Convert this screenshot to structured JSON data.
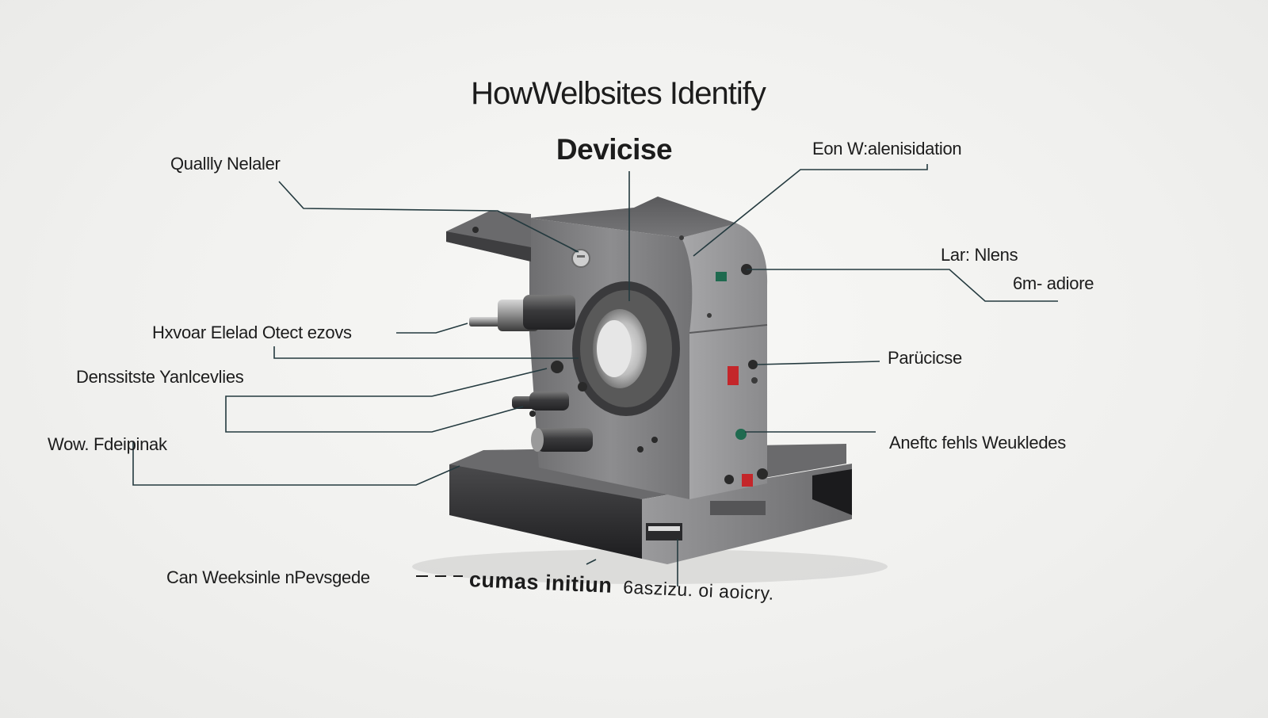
{
  "title": {
    "line1": "HowWelbsites Identify",
    "line2": "Devicise"
  },
  "labels": {
    "quality_helper": "Quallly Nelaler",
    "eon": "Eon W:alenisidation",
    "lar_nlens": "Lar: Nlens",
    "lar_nlens_sub": "6m- adiore",
    "hxvoar": "Hxvoar Elelad Otect ezovs",
    "densstste": "Denssitste Yanlcevlies",
    "wow": "Wow. Fdeipinak",
    "parucicse": "Parücicse",
    "aneftc": "Aneftc fehls Weukledes",
    "can_weeksinle": "Can Weeksinle nPevsgede",
    "bottom_bold": "cumas initiun",
    "bottom_small": "6aszizu. oi aoicry."
  },
  "colors": {
    "background": "#f3f3f1",
    "leader_line": "#243a3f",
    "metal_light": "#9a9a9c",
    "metal_dark": "#3a3a3c",
    "base_black": "#1f1f21",
    "accent_red": "#c4262a",
    "accent_green": "#1f6a4f"
  }
}
